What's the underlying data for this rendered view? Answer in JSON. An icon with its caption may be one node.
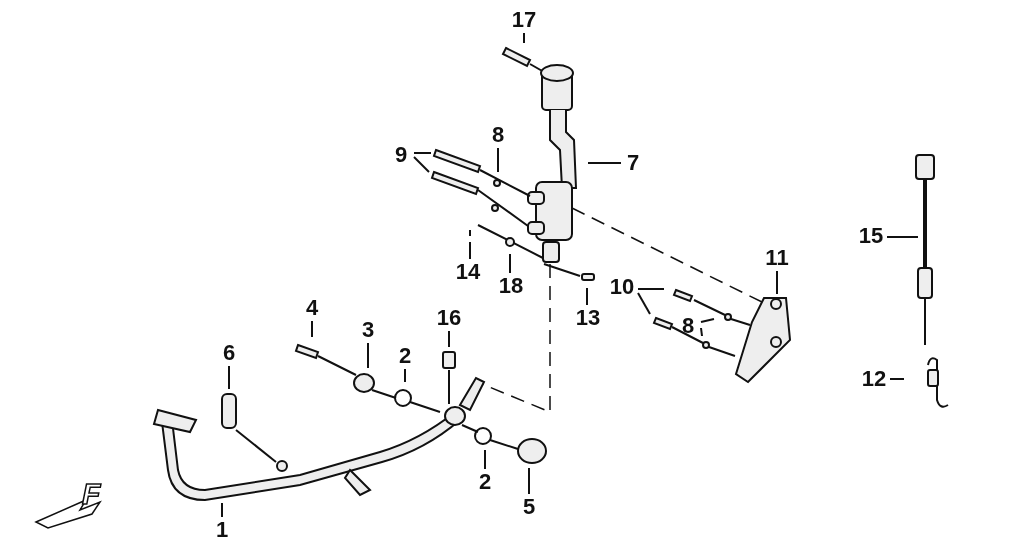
{
  "diagram": {
    "nodes": [
      {
        "text": [
          "17"
        ]
      },
      {
        "text": [
          "8"
        ]
      },
      {
        "text": [
          "9"
        ]
      },
      {
        "text": [
          "7"
        ]
      },
      {
        "text": [
          "15"
        ]
      },
      {
        "text": [
          "11"
        ]
      },
      {
        "text": [
          "14"
        ]
      },
      {
        "text": [
          "18"
        ]
      },
      {
        "text": [
          "10"
        ]
      },
      {
        "text": [
          "8"
        ]
      },
      {
        "text": [
          "13"
        ]
      },
      {
        "text": [
          "4"
        ]
      },
      {
        "text": [
          "16"
        ]
      },
      {
        "text": [
          "3"
        ]
      },
      {
        "text": [
          "6"
        ]
      },
      {
        "text": [
          "2"
        ]
      },
      {
        "text": [
          "12"
        ]
      },
      {
        "text": [
          "2"
        ]
      },
      {
        "text": [
          "5"
        ]
      },
      {
        "text": [
          "1"
        ]
      }
    ],
    "edges": [
      {
        "from": 0,
        "to": null,
        "arrow": "none"
      },
      {
        "from": 1,
        "to": null,
        "arrow": "none"
      },
      {
        "from": 2,
        "to": null,
        "arrow": "none"
      },
      {
        "from": 2,
        "to": null,
        "arrow": "none"
      },
      {
        "from": 3,
        "to": null,
        "arrow": "none"
      },
      {
        "from": 4,
        "to": null,
        "arrow": "none"
      },
      {
        "from": 5,
        "to": null,
        "arrow": "none"
      },
      {
        "from": 6,
        "to": null,
        "arrow": "none"
      },
      {
        "from": 7,
        "to": null,
        "arrow": "none"
      },
      {
        "from": 8,
        "to": null,
        "arrow": "none"
      },
      {
        "from": 8,
        "to": null,
        "arrow": "none"
      },
      {
        "from": 9,
        "to": null,
        "arrow": "none"
      },
      {
        "from": 9,
        "to": null,
        "arrow": "none"
      },
      {
        "from": 10,
        "to": null,
        "arrow": "none"
      },
      {
        "from": 11,
        "to": null,
        "arrow": "none"
      },
      {
        "from": 12,
        "to": null,
        "arrow": "none"
      },
      {
        "from": 13,
        "to": null,
        "arrow": "none"
      },
      {
        "from": 14,
        "to": null,
        "arrow": "none"
      },
      {
        "from": 15,
        "to": null,
        "arrow": "none"
      },
      {
        "from": 16,
        "to": null,
        "arrow": "none"
      },
      {
        "from": 17,
        "to": null,
        "arrow": "none"
      },
      {
        "from": 18,
        "to": null,
        "arrow": "none"
      },
      {
        "from": 19,
        "to": null,
        "arrow": "none"
      }
    ],
    "labels": [
      "F"
    ]
  }
}
